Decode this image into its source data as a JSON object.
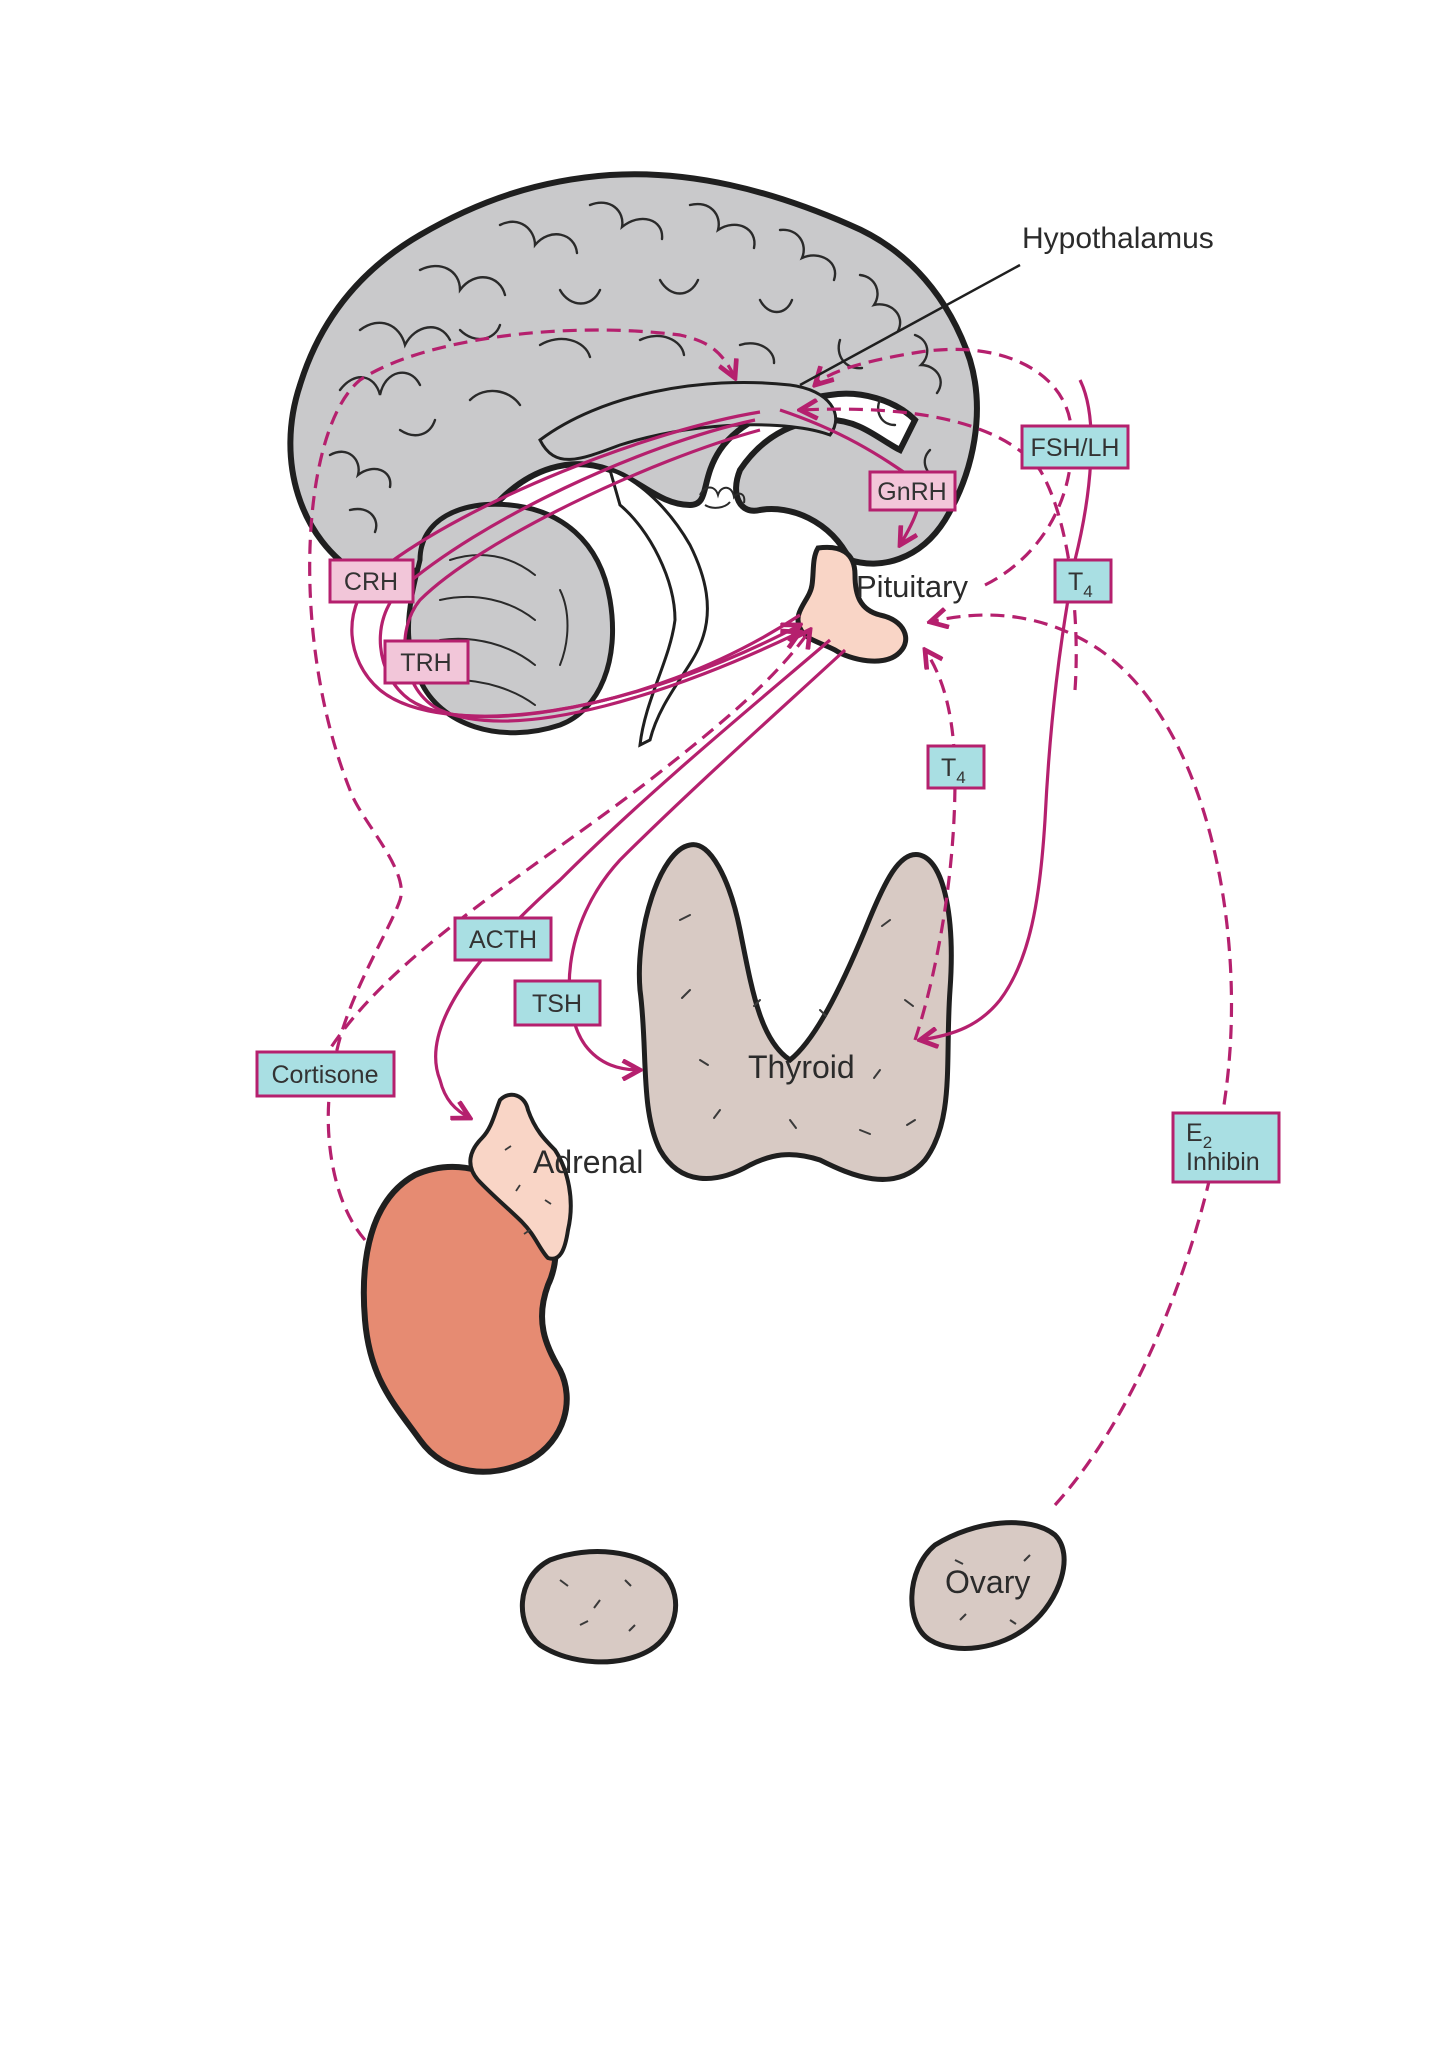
{
  "colors": {
    "arrow": "#b5206e",
    "releasing_hormone_box": "#f2c6d9",
    "trophic_hormone_box": "#a9dfe3",
    "brain": "#c9c9cb",
    "pituitary": "#f9d5c6",
    "gland": "#d8cac4",
    "adrenal_cortex": "#e68b72",
    "outline": "#1f1f1f"
  },
  "organs": {
    "hypothalamus": "Hypothalamus",
    "pituitary": "Pituitary",
    "thyroid": "Thyroid",
    "adrenal": "Adrenal",
    "ovary": "Ovary"
  },
  "releasing_hormones": {
    "crh": "CRH",
    "trh": "TRH",
    "gnrh": "GnRH"
  },
  "trophic_hormones": {
    "fsh_lh": "FSH/LH",
    "acth": "ACTH",
    "tsh": "TSH"
  },
  "feedback_hormones": {
    "t4_main": "T",
    "t4_main_sub": "4",
    "t4_upper": "T",
    "t4_upper_sub": "4",
    "cortisone": "Cortisone",
    "e2_line1": "E",
    "e2_sub": "2",
    "e2_line2": "Inhibin"
  }
}
